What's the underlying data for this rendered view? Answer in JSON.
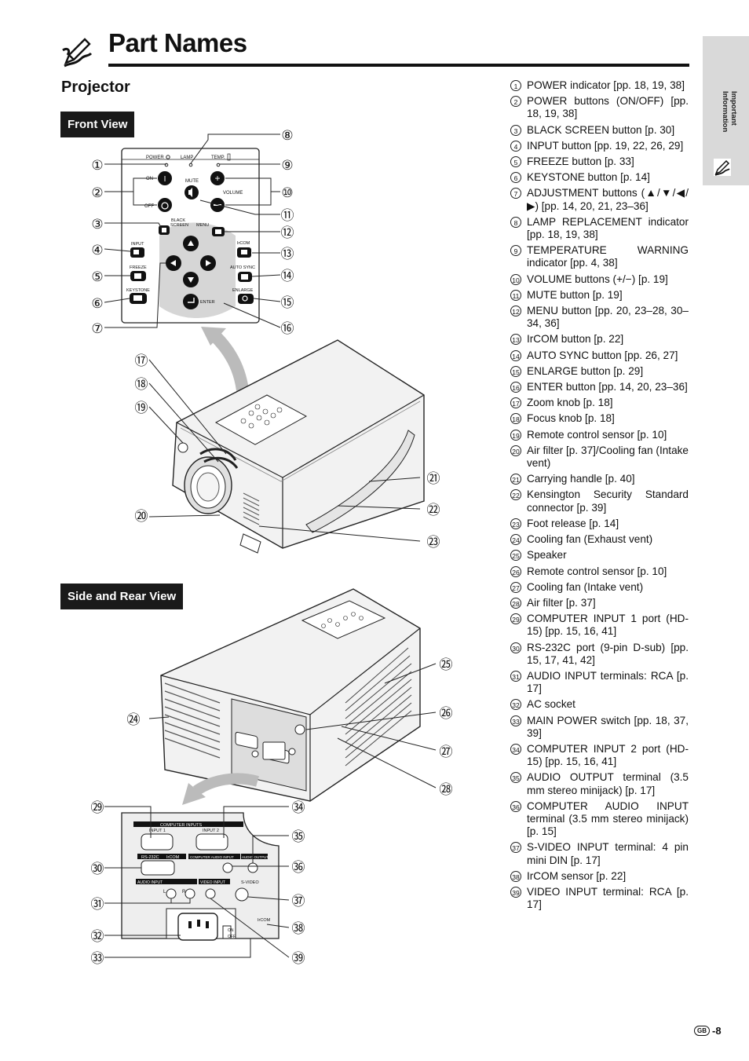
{
  "header": {
    "title": "Part Names",
    "title_icon": "pencil-hand-icon"
  },
  "subtitle": "Projector",
  "sections": {
    "front_view": "Front View",
    "side_rear_view": "Side and Rear View"
  },
  "side_tab": {
    "text": "Important Information",
    "icon": "pencil-hand-icon"
  },
  "control_panel_labels": {
    "power": "POWER",
    "lamp": "LAMP",
    "temp": "TEMP.",
    "on": "ON",
    "off": "OFF",
    "mute": "MUTE",
    "volume": "VOLUME",
    "black_screen_1": "BLACK",
    "black_screen_2": "SCREEN",
    "menu": "MENU",
    "input": "INPUT",
    "ircom": "IrCOM",
    "freeze": "FREEZE",
    "auto_sync": "AUTO SYNC",
    "keystone": "KEYSTONE",
    "enlarge": "ENLARGE",
    "enter": "ENTER"
  },
  "rear_panel_labels": {
    "computer_inputs": "COMPUTER INPUTS",
    "input1": "INPUT 1",
    "input2": "INPUT 2",
    "rs232c": "RS-232C",
    "ircom": "IrCOM",
    "computer_audio_input": "COMPUTER AUDIO INPUT",
    "audio_output": "AUDIO OUTPUT",
    "audio_input": "AUDIO INPUT",
    "l": "L",
    "r": "R",
    "video_input": "VIDEO INPUT",
    "s_video": "S-VIDEO",
    "on": "ON",
    "off": "OFF",
    "ircom_sensor": "IrCOM"
  },
  "front_callouts": [
    "①",
    "②",
    "③",
    "④",
    "⑤",
    "⑥",
    "⑦",
    "⑧",
    "⑨",
    "⑩",
    "⑪",
    "⑫",
    "⑬",
    "⑭",
    "⑮",
    "⑯"
  ],
  "body_callouts": [
    "⑰",
    "⑱",
    "⑲",
    "⑳",
    "㉑",
    "㉒",
    "㉓"
  ],
  "side_callouts": [
    "㉔",
    "㉕",
    "㉖",
    "㉗",
    "㉘"
  ],
  "rear_callouts": [
    "㉙",
    "㉚",
    "㉛",
    "㉜",
    "㉝",
    "㉞",
    "㉟",
    "㊱",
    "㊲",
    "㊳",
    "㊴"
  ],
  "parts": [
    {
      "num": "1",
      "text": "POWER indicator [pp. 18, 19, 38]"
    },
    {
      "num": "2",
      "text": "POWER buttons (ON/OFF) [pp. 18, 19, 38]"
    },
    {
      "num": "3",
      "text": "BLACK SCREEN button [p. 30]"
    },
    {
      "num": "4",
      "text": "INPUT button [pp. 19, 22, 26, 29]"
    },
    {
      "num": "5",
      "text": "FREEZE button [p. 33]"
    },
    {
      "num": "6",
      "text": "KEYSTONE button [p. 14]"
    },
    {
      "num": "7",
      "text": "ADJUSTMENT buttons (▲/▼/◀/▶) [pp. 14, 20, 21, 23–36]"
    },
    {
      "num": "8",
      "text": "LAMP REPLACEMENT indicator [pp. 18, 19, 38]"
    },
    {
      "num": "9",
      "text": "TEMPERATURE WARNING indicator [pp. 4, 38]"
    },
    {
      "num": "10",
      "text": "VOLUME buttons (+/−) [p. 19]"
    },
    {
      "num": "11",
      "text": "MUTE button [p. 19]"
    },
    {
      "num": "12",
      "text": "MENU button [pp. 20, 23–28, 30–34, 36]"
    },
    {
      "num": "13",
      "text": "IrCOM button [p. 22]"
    },
    {
      "num": "14",
      "text": "AUTO SYNC button [pp. 26, 27]"
    },
    {
      "num": "15",
      "text": "ENLARGE button [p. 29]"
    },
    {
      "num": "16",
      "text": "ENTER button [pp. 14, 20, 23–36]"
    },
    {
      "num": "17",
      "text": "Zoom knob [p. 18]"
    },
    {
      "num": "18",
      "text": "Focus knob [p. 18]"
    },
    {
      "num": "19",
      "text": "Remote control sensor [p. 10]"
    },
    {
      "num": "20",
      "text": "Air filter [p. 37]/Cooling fan (Intake vent)"
    },
    {
      "num": "21",
      "text": "Carrying handle [p. 40]"
    },
    {
      "num": "22",
      "text": "Kensington Security Standard connector [p. 39]"
    },
    {
      "num": "23",
      "text": "Foot release [p. 14]"
    },
    {
      "num": "24",
      "text": "Cooling fan (Exhaust vent)"
    },
    {
      "num": "25",
      "text": "Speaker"
    },
    {
      "num": "26",
      "text": "Remote control sensor [p. 10]"
    },
    {
      "num": "27",
      "text": "Cooling fan (Intake vent)"
    },
    {
      "num": "28",
      "text": "Air filter [p. 37]"
    },
    {
      "num": "29",
      "text": "COMPUTER INPUT 1 port (HD-15) [pp. 15, 16, 41]"
    },
    {
      "num": "30",
      "text": "RS-232C port (9-pin D-sub) [pp. 15, 17, 41, 42]"
    },
    {
      "num": "31",
      "text": "AUDIO INPUT terminals: RCA [p. 17]"
    },
    {
      "num": "32",
      "text": "AC socket"
    },
    {
      "num": "33",
      "text": "MAIN POWER switch [pp. 18, 37, 39]"
    },
    {
      "num": "34",
      "text": "COMPUTER INPUT 2 port (HD-15) [pp. 15, 16, 41]"
    },
    {
      "num": "35",
      "text": "AUDIO OUTPUT terminal (3.5 mm stereo minijack) [p. 17]"
    },
    {
      "num": "36",
      "text": "COMPUTER AUDIO INPUT terminal (3.5 mm stereo minijack) [p. 15]"
    },
    {
      "num": "37",
      "text": "S-VIDEO INPUT terminal: 4 pin mini DIN [p. 17]"
    },
    {
      "num": "38",
      "text": "IrCOM sensor [p. 22]"
    },
    {
      "num": "39",
      "text": "VIDEO INPUT terminal: RCA [p. 17]"
    }
  ],
  "footer": {
    "region": "GB",
    "page": "-8"
  }
}
